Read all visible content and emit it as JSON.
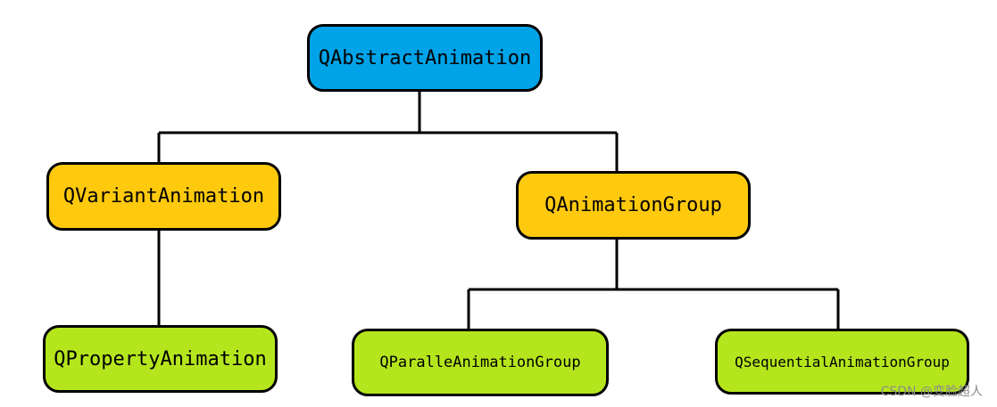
{
  "colors": {
    "root": "#00a3e8",
    "category": "#ffc90e",
    "leaf": "#b5e61d",
    "border": "#000000",
    "connector": "#000000"
  },
  "nodes": {
    "root": {
      "label": "QAbstractAnimation"
    },
    "variant": {
      "label": "QVariantAnimation"
    },
    "group": {
      "label": "QAnimationGroup"
    },
    "property": {
      "label": "QPropertyAnimation"
    },
    "parallel": {
      "label": "QParalleAnimationGroup"
    },
    "sequential": {
      "label": "QSequentialAnimationGroup"
    }
  },
  "edges": [
    {
      "from": "root",
      "to": "variant"
    },
    {
      "from": "root",
      "to": "group"
    },
    {
      "from": "variant",
      "to": "property"
    },
    {
      "from": "group",
      "to": "parallel"
    },
    {
      "from": "group",
      "to": "sequential"
    }
  ],
  "watermark": "CSDN @变脸超人"
}
